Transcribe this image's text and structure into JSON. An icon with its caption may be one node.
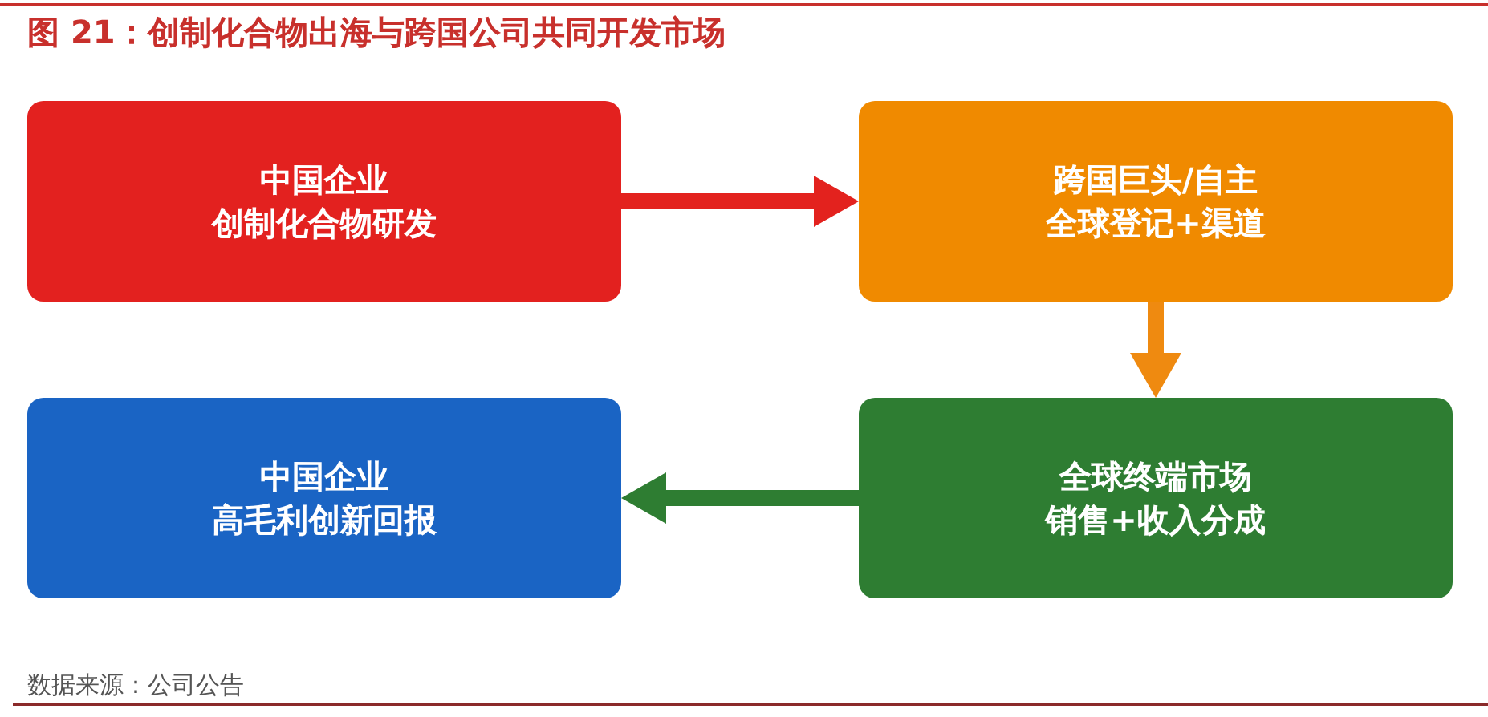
{
  "diagram": {
    "title": "图 21：创制化合物出海与跨国公司共同开发市场",
    "nodes": [
      {
        "text": [
          "中国企业",
          "创制化合物研发"
        ]
      },
      {
        "text": [
          "跨国巨头/自主",
          "全球登记+渠道"
        ]
      },
      {
        "text": [
          "全球终端市场",
          "销售+收入分成"
        ]
      },
      {
        "text": [
          "中国企业",
          "高毛利创新回报"
        ]
      }
    ],
    "edges": [
      {
        "from": 0,
        "to": 1,
        "arrow": "to",
        "color": "#e3221e"
      },
      {
        "from": 1,
        "to": 2,
        "arrow": "to",
        "color": "#ef8a10"
      },
      {
        "from": 2,
        "to": 3,
        "arrow": "to",
        "color": "#2e7d32"
      }
    ],
    "labels": [
      "数据来源：公司公告"
    ]
  }
}
